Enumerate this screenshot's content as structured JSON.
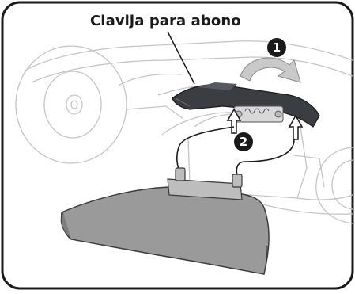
{
  "diagram": {
    "callout_label": "Clavija para abono",
    "steps": [
      {
        "number": "1"
      },
      {
        "number": "2"
      }
    ]
  }
}
